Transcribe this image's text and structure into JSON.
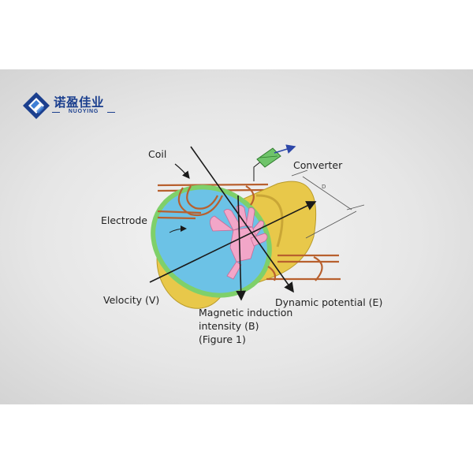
{
  "logo": {
    "brand_cn": "诺盈佳业",
    "brand_en": "NUOYING",
    "icon": "nuoying-logo-icon",
    "colors": {
      "primary": "#1b3f8e",
      "light": "#3f7fd6"
    }
  },
  "diagram": {
    "labels": {
      "coil": "Coil",
      "converter": "Converter",
      "diameter": "D",
      "electrode": "Electrode",
      "velocity": "Velocity (V)",
      "dynamic_potential": "Dynamic potential (E)",
      "magnetic_line1": "Magnetic induction",
      "magnetic_line2": "intensity  (B)",
      "figure": "(Figure 1)"
    },
    "colors": {
      "pipe_body": "#e8c84a",
      "fluid": "#6cc2e6",
      "liner": "#7fd06a",
      "coil": "#b8602e",
      "hand": "#f2a6c8",
      "converter": "#6fc46a",
      "signal_arrow": "#2d47a8"
    }
  }
}
